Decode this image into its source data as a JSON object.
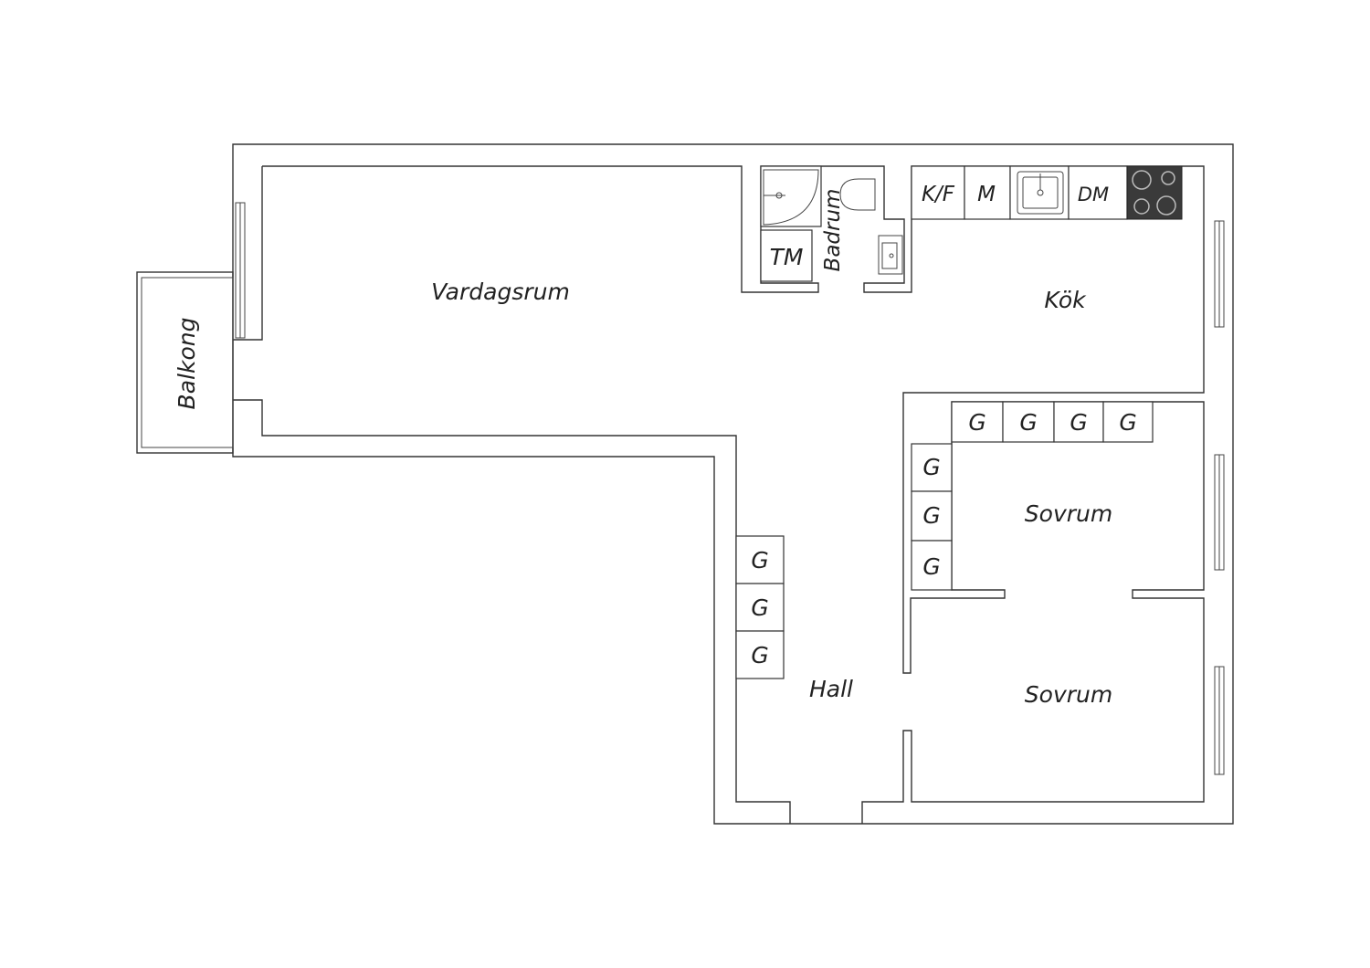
{
  "rooms": {
    "vardagsrum": "Vardagsrum",
    "kok": "Kök",
    "badrum": "Badrum",
    "balkong": "Balkong",
    "sovrum_top": "Sovrum",
    "sovrum_bottom": "Sovrum",
    "hall": "Hall"
  },
  "fixtures": {
    "tm": "TM",
    "kf": "K/F",
    "m": "M",
    "dm": "DM"
  },
  "wardrobes": {
    "bedroom_top_row": [
      "G",
      "G",
      "G",
      "G"
    ],
    "bedroom_left_col": [
      "G",
      "G",
      "G"
    ],
    "hall_col": [
      "G",
      "G",
      "G"
    ]
  },
  "colors": {
    "wall_stroke": "#333333",
    "stove": "#3a3a3a",
    "background": "#ffffff"
  }
}
